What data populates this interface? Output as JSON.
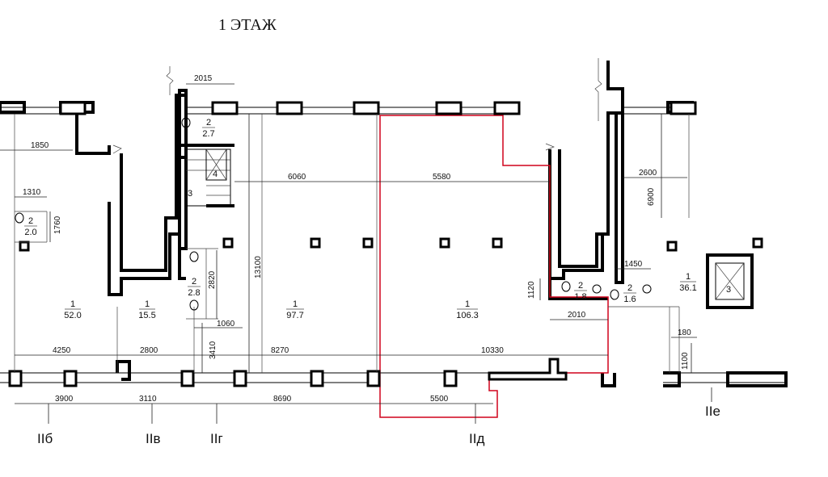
{
  "title": "1 ЭТАЖ",
  "colors": {
    "highlight": "#d0021b",
    "wall": "#000000"
  },
  "rooms": [
    {
      "id": "r1",
      "num": "1",
      "area": "52.0"
    },
    {
      "id": "r2",
      "num": "1",
      "area": "15.5"
    },
    {
      "id": "r3",
      "num": "1",
      "area": "97.7"
    },
    {
      "id": "r4",
      "num": "1",
      "area": "106.3"
    },
    {
      "id": "r5",
      "num": "1",
      "area": "36.1"
    },
    {
      "id": "wc1",
      "num": "2",
      "area": "2.0"
    },
    {
      "id": "wc2",
      "num": "2",
      "area": "2.7"
    },
    {
      "id": "wc3",
      "num": "2",
      "area": "2.8"
    },
    {
      "id": "wc4",
      "num": "2",
      "area": "1.8"
    },
    {
      "id": "wc5",
      "num": "2",
      "area": "1.6"
    },
    {
      "id": "stair",
      "num": "3",
      "area": ""
    },
    {
      "id": "lift",
      "num": "3",
      "area": ""
    },
    {
      "id": "shaft",
      "num": "4",
      "area": ""
    }
  ],
  "dimensions": [
    "2015",
    "1850",
    "1310",
    "1760",
    "6060",
    "5580",
    "2600",
    "6900",
    "13100",
    "2820",
    "1060",
    "3410",
    "4250",
    "2800",
    "8270",
    "10330",
    "1450",
    "1120",
    "2010",
    "180",
    "1100",
    "3900",
    "3110",
    "8690",
    "5500"
  ],
  "axes": [
    "IIб",
    "IIв",
    "IIг",
    "IIд",
    "IIе"
  ]
}
